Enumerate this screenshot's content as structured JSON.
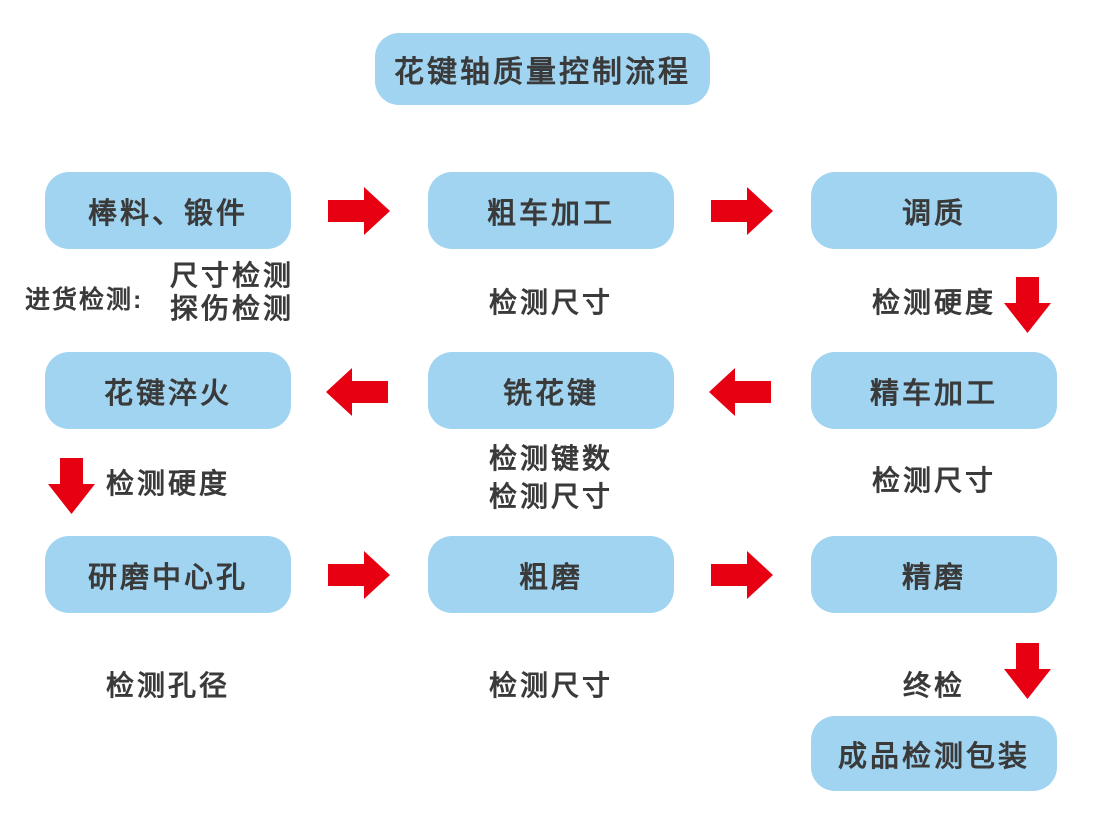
{
  "title": "花键轴质量控制流程",
  "colors": {
    "box_fill": "#a0d4f0",
    "arrow_red": "#e60012",
    "text": "#3a3a3a",
    "background": "#ffffff"
  },
  "icons": {
    "right": "arrow-right-icon",
    "left": "arrow-left-icon",
    "down": "arrow-down-icon"
  },
  "flow": {
    "rows": [
      {
        "direction": "right",
        "steps": [
          "棒料、锻件",
          "粗车加工",
          "调质"
        ]
      },
      {
        "direction": "left",
        "steps": [
          "花键淬火",
          "铣花键",
          "精车加工"
        ]
      },
      {
        "direction": "right",
        "steps": [
          "研磨中心孔",
          "粗磨",
          "精磨"
        ]
      }
    ],
    "final_step": "成品检测包装"
  },
  "inspections": {
    "incoming": {
      "label": "进货检测:",
      "items": [
        "尺寸检测",
        "探伤检测"
      ]
    },
    "after_rough_turning": "检测尺寸",
    "after_tempering": "检测硬度",
    "after_spline_quenching": "检测硬度",
    "after_spline_milling": [
      "检测键数",
      "检测尺寸"
    ],
    "after_finish_turning": "检测尺寸",
    "after_center_hole_grinding": "检测孔径",
    "after_rough_grinding": "检测尺寸",
    "final_inspection": "终检"
  }
}
